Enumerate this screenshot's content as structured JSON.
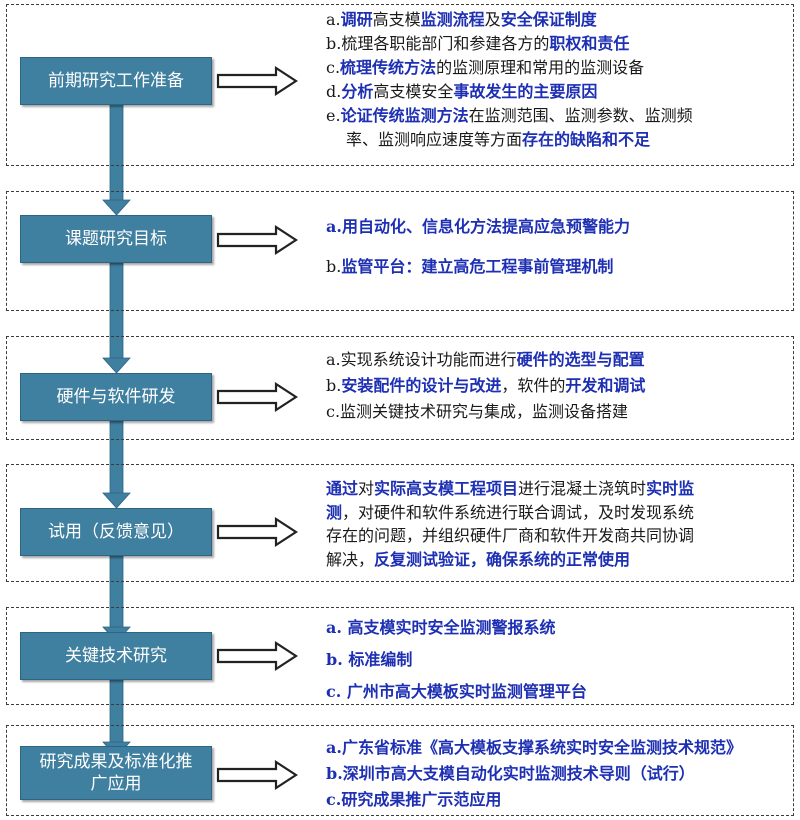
{
  "colors": {
    "stage_fill": "#3f7f9f",
    "connector": "#3f7f9f",
    "highlight_text": "#1d2fb3",
    "normal_text": "#1a1a1a",
    "border": "#3c3c3c"
  },
  "stages": [
    {
      "title": "前期研究工作准备",
      "lines": [
        [
          {
            "t": "a.",
            "s": "plain"
          },
          {
            "t": "调研",
            "s": "hl"
          },
          {
            "t": "高支模",
            "s": "plain"
          },
          {
            "t": "监测流程",
            "s": "hl"
          },
          {
            "t": "及",
            "s": "plain"
          },
          {
            "t": "安全保证制度",
            "s": "hl"
          }
        ],
        [
          {
            "t": "b.梳理各职能部门和参建各方的",
            "s": "plain"
          },
          {
            "t": "职权和责任",
            "s": "hl"
          }
        ],
        [
          {
            "t": "c.",
            "s": "plain"
          },
          {
            "t": "梳理传统方法",
            "s": "hl"
          },
          {
            "t": "的监测原理和常用的监测设备",
            "s": "plain"
          }
        ],
        [
          {
            "t": "d.",
            "s": "plain"
          },
          {
            "t": "分析",
            "s": "hl"
          },
          {
            "t": "高支模安全",
            "s": "plain"
          },
          {
            "t": "事故发生的主要原因",
            "s": "hl"
          }
        ],
        [
          {
            "t": "e.",
            "s": "plain"
          },
          {
            "t": "论证传统监测方法",
            "s": "hl"
          },
          {
            "t": "在监测范围、监测参数、监测频",
            "s": "plain"
          }
        ],
        [
          {
            "t": "率、监测响应速度等方面",
            "s": "plain"
          },
          {
            "t": "存在的缺陷和不足",
            "s": "hl"
          }
        ]
      ]
    },
    {
      "title": "课题研究目标",
      "lines": [
        [
          {
            "t": "a.用自动化、信息化方法提高应急预警能力",
            "s": "hl"
          }
        ],
        [
          {
            "t": "b.",
            "s": "plain"
          },
          {
            "t": "监管平台：建立高危工程事前管理机制",
            "s": "hl"
          }
        ]
      ]
    },
    {
      "title": "硬件与软件研发",
      "lines": [
        [
          {
            "t": "a.实现系统设计功能而进行",
            "s": "plain"
          },
          {
            "t": "硬件的选型与配置",
            "s": "hl"
          }
        ],
        [
          {
            "t": "b.",
            "s": "plain"
          },
          {
            "t": "安装配件的设计与改进",
            "s": "hl"
          },
          {
            "t": "，软件的",
            "s": "plain"
          },
          {
            "t": "开发和调试",
            "s": "hl"
          }
        ],
        [
          {
            "t": "c.监测关键技术研究与集成，监测设备搭建",
            "s": "plain"
          }
        ]
      ]
    },
    {
      "title": "试用（反馈意见）",
      "lines": [
        [
          {
            "t": "通过",
            "s": "hl"
          },
          {
            "t": "对",
            "s": "plain"
          },
          {
            "t": "实际高支模工程项目",
            "s": "hl"
          },
          {
            "t": "进行混凝土浇筑时",
            "s": "plain"
          },
          {
            "t": "实时监",
            "s": "hl"
          }
        ],
        [
          {
            "t": "测",
            "s": "hl"
          },
          {
            "t": "，对硬件和软件系统进行联合调试，及时发现系统",
            "s": "plain"
          }
        ],
        [
          {
            "t": "存在的问题，并组织硬件厂商和软件开发商共同协调",
            "s": "plain"
          }
        ],
        [
          {
            "t": "解决，",
            "s": "plain"
          },
          {
            "t": "反复测试验证，确保系统的正常使用",
            "s": "hl"
          }
        ]
      ]
    },
    {
      "title": "关键技术研究",
      "lines": [
        [
          {
            "t": "a. 高支模实时安全监测警报系统",
            "s": "hl"
          }
        ],
        [
          {
            "t": "b. 标准编制",
            "s": "hl"
          }
        ],
        [
          {
            "t": "c. 广州市高大模板实时监测管理平台",
            "s": "hl"
          }
        ]
      ]
    },
    {
      "title": "研究成果及标准化推广应用",
      "title_lines": [
        "研究成果及标准化推",
        "广应用"
      ],
      "lines": [
        [
          {
            "t": "a.广东省标准《高大模板支撑系统实时安全监测技术规范》",
            "s": "hl"
          }
        ],
        [
          {
            "t": "b.深圳市高大支模自动化实时监测技术导则（试行）",
            "s": "hl"
          }
        ],
        [
          {
            "t": "c.研究成果推广示范应用",
            "s": "hl"
          }
        ]
      ]
    }
  ]
}
